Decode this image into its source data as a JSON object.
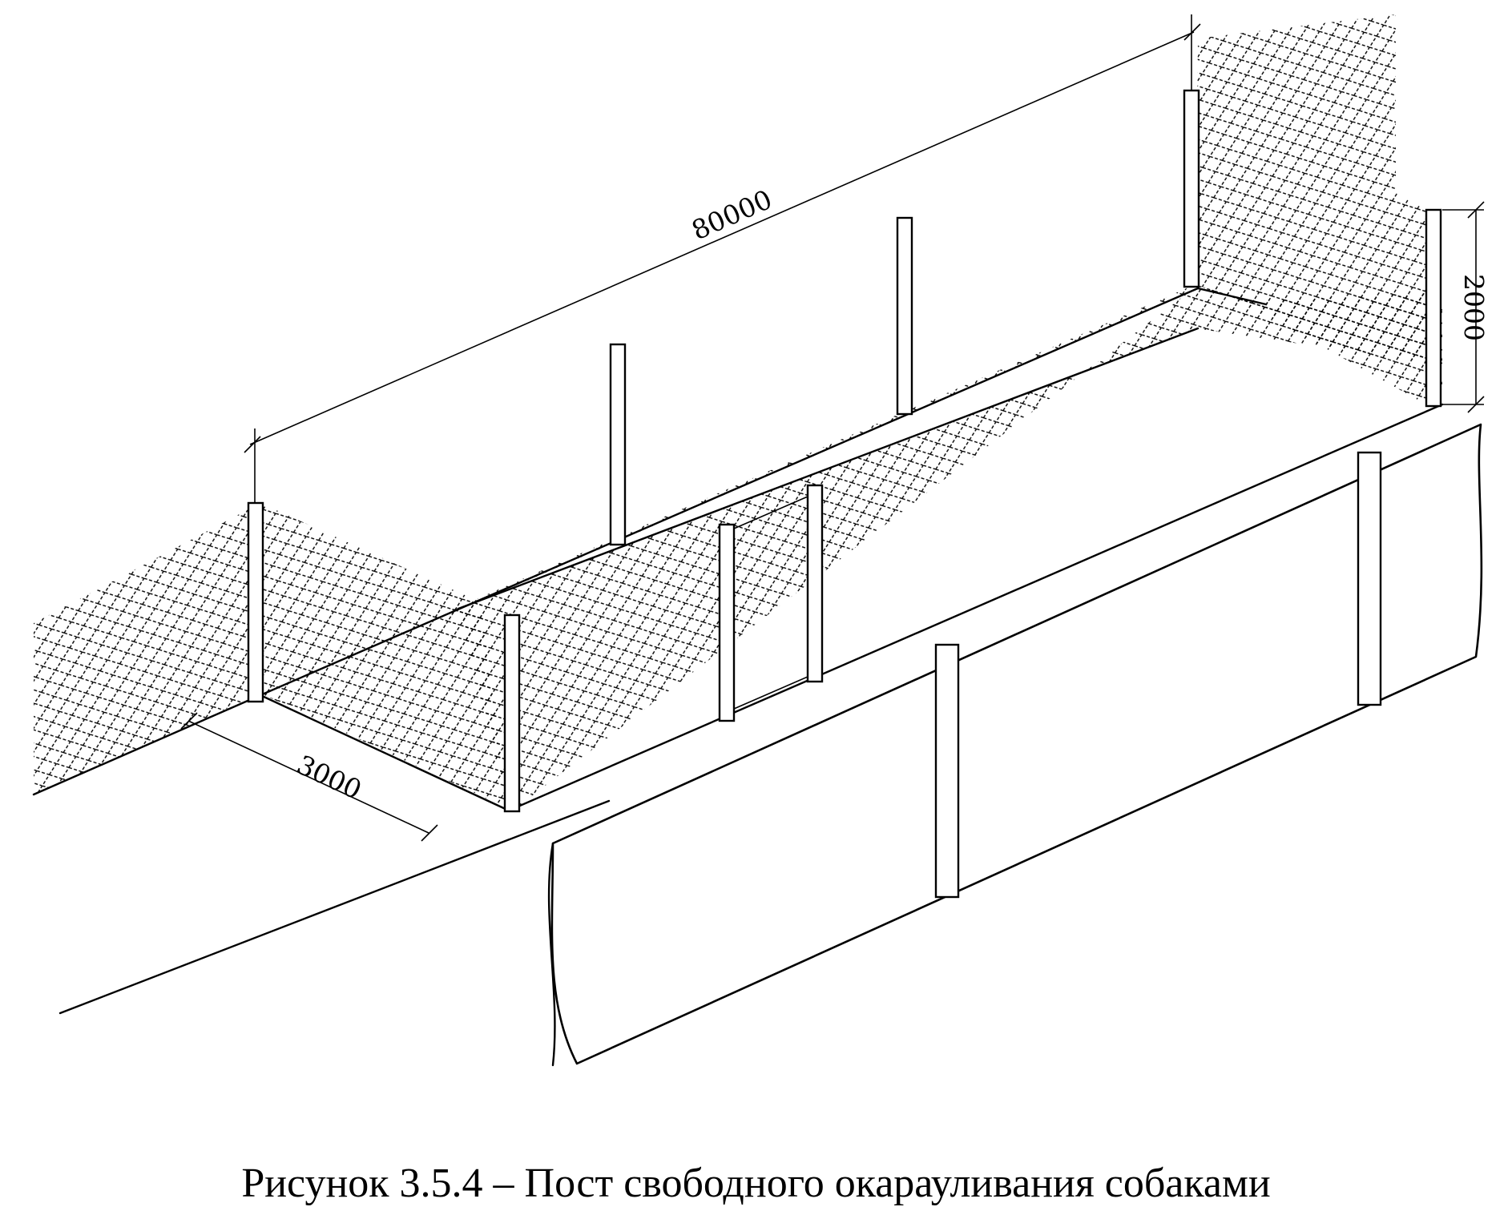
{
  "figure": {
    "caption": "Рисунок 3.5.4 – Пост свободного окарауливания собаками",
    "dimensions": {
      "length": "80000",
      "width": "3000",
      "height": "2000"
    }
  },
  "colors": {
    "ink": "#000000",
    "background": "#ffffff",
    "mesh": "#000000"
  }
}
